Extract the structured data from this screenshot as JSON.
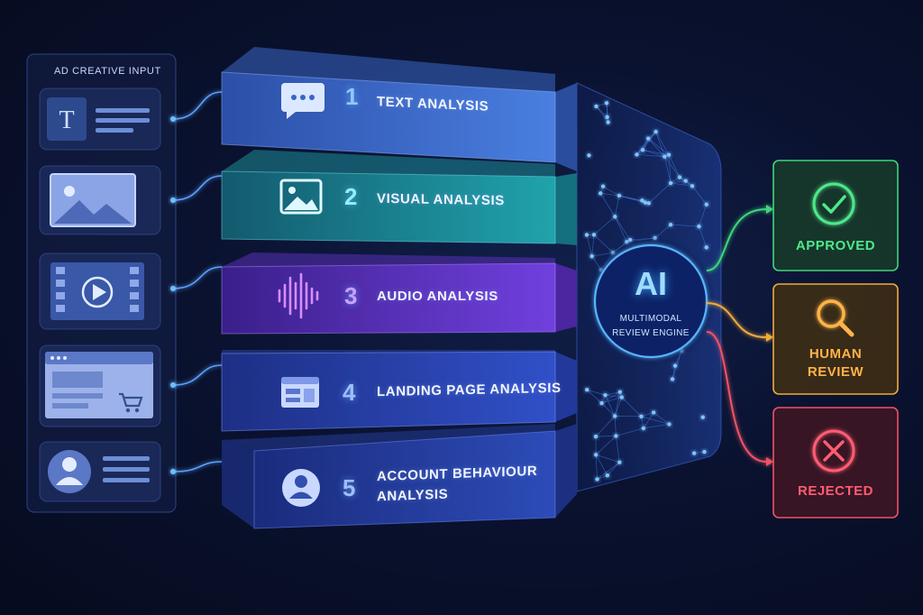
{
  "input_panel": {
    "title": "AD CREATIVE INPUT",
    "items": [
      {
        "icon": "text-icon"
      },
      {
        "icon": "image-icon"
      },
      {
        "icon": "video-icon"
      },
      {
        "icon": "webpage-cart-icon"
      },
      {
        "icon": "user-profile-icon"
      }
    ]
  },
  "stages": [
    {
      "num": "1",
      "label": "TEXT ANALYSIS",
      "icon": "chat-bubble-icon",
      "color": "#4a7fe0"
    },
    {
      "num": "2",
      "label": "VISUAL ANALYSIS",
      "icon": "picture-icon",
      "color": "#1f9aa8"
    },
    {
      "num": "3",
      "label": "AUDIO ANALYSIS",
      "icon": "sound-wave-icon",
      "color": "#6b3cd6"
    },
    {
      "num": "4",
      "label": "LANDING PAGE ANALYSIS",
      "icon": "browser-window-icon",
      "color": "#2f4fc4"
    },
    {
      "num": "5",
      "label": "ACCOUNT BEHAVIOUR",
      "label2": "ANALYSIS",
      "icon": "account-icon",
      "color": "#2a4db8"
    }
  ],
  "engine": {
    "title": "AI",
    "subtitle1": "MULTIMODAL",
    "subtitle2": "REVIEW ENGINE"
  },
  "outcomes": [
    {
      "label": "APPROVED",
      "icon": "check-circle-icon",
      "color": "#3fd67a"
    },
    {
      "label": "HUMAN",
      "label2": "REVIEW",
      "icon": "magnifier-icon",
      "color": "#f2a93b"
    },
    {
      "label": "REJECTED",
      "icon": "x-circle-icon",
      "color": "#f05266"
    }
  ]
}
